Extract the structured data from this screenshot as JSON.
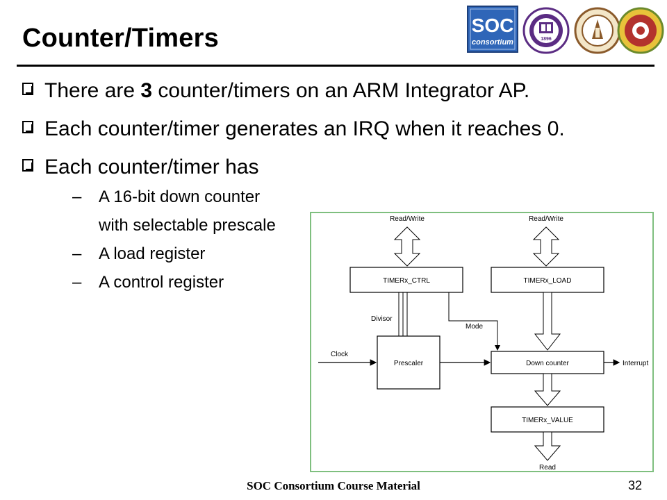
{
  "slide": {
    "title": "Counter/Timers",
    "bullets": [
      {
        "pre": "There are ",
        "bold": "3",
        "post": " counter/timers on an ARM Integrator AP."
      },
      {
        "text": "Each counter/timer generates an IRQ when it reaches 0."
      },
      {
        "text": "Each counter/timer has"
      }
    ],
    "sub_bullets": [
      {
        "text": "A 16-bit down counter"
      },
      {
        "text": "with selectable prescale",
        "continuation": true
      },
      {
        "text": "A load register"
      },
      {
        "text": "A control register"
      }
    ],
    "dash_glyph": "–",
    "footer": "SOC Consortium Course Material",
    "page_number": "32"
  },
  "logos": {
    "soc_line1": "SOC",
    "soc_line2": "consortium",
    "ntu_badge_text": "1896"
  },
  "diagram": {
    "read_write_left": "Read/Write",
    "read_write_right": "Read/Write",
    "ctrl": "TIMERx_CTRL",
    "load": "TIMERx_LOAD",
    "divisor": "Divisor",
    "mode": "Mode",
    "clock": "Clock",
    "prescaler": "Prescaler",
    "down_counter": "Down counter",
    "interrupt": "Interrupt",
    "value": "TIMERx_VALUE",
    "read": "Read"
  },
  "colors": {
    "diagram_border": "#7fbf7f",
    "soc_logo_blue": "#2f66b8",
    "ntu_purple": "#5b2c83",
    "seal_brown": "#8a5a2b",
    "seal_red": "#b3322d"
  }
}
